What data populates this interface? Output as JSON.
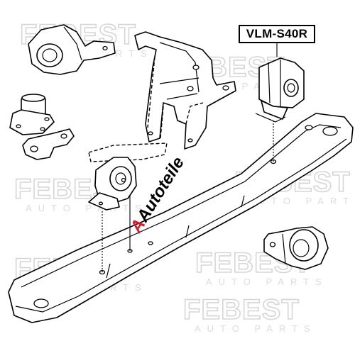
{
  "part_number": "VLM-S40R",
  "watermark": {
    "brand": "FEBEST",
    "sub": "AUTO PARTS"
  },
  "logo": {
    "text": "Autoteile",
    "mark": "A",
    "color": "#d01f2a"
  },
  "colors": {
    "line": "#000000",
    "watermark": "#d6d6d6",
    "highlight_label_border": "#000000"
  }
}
